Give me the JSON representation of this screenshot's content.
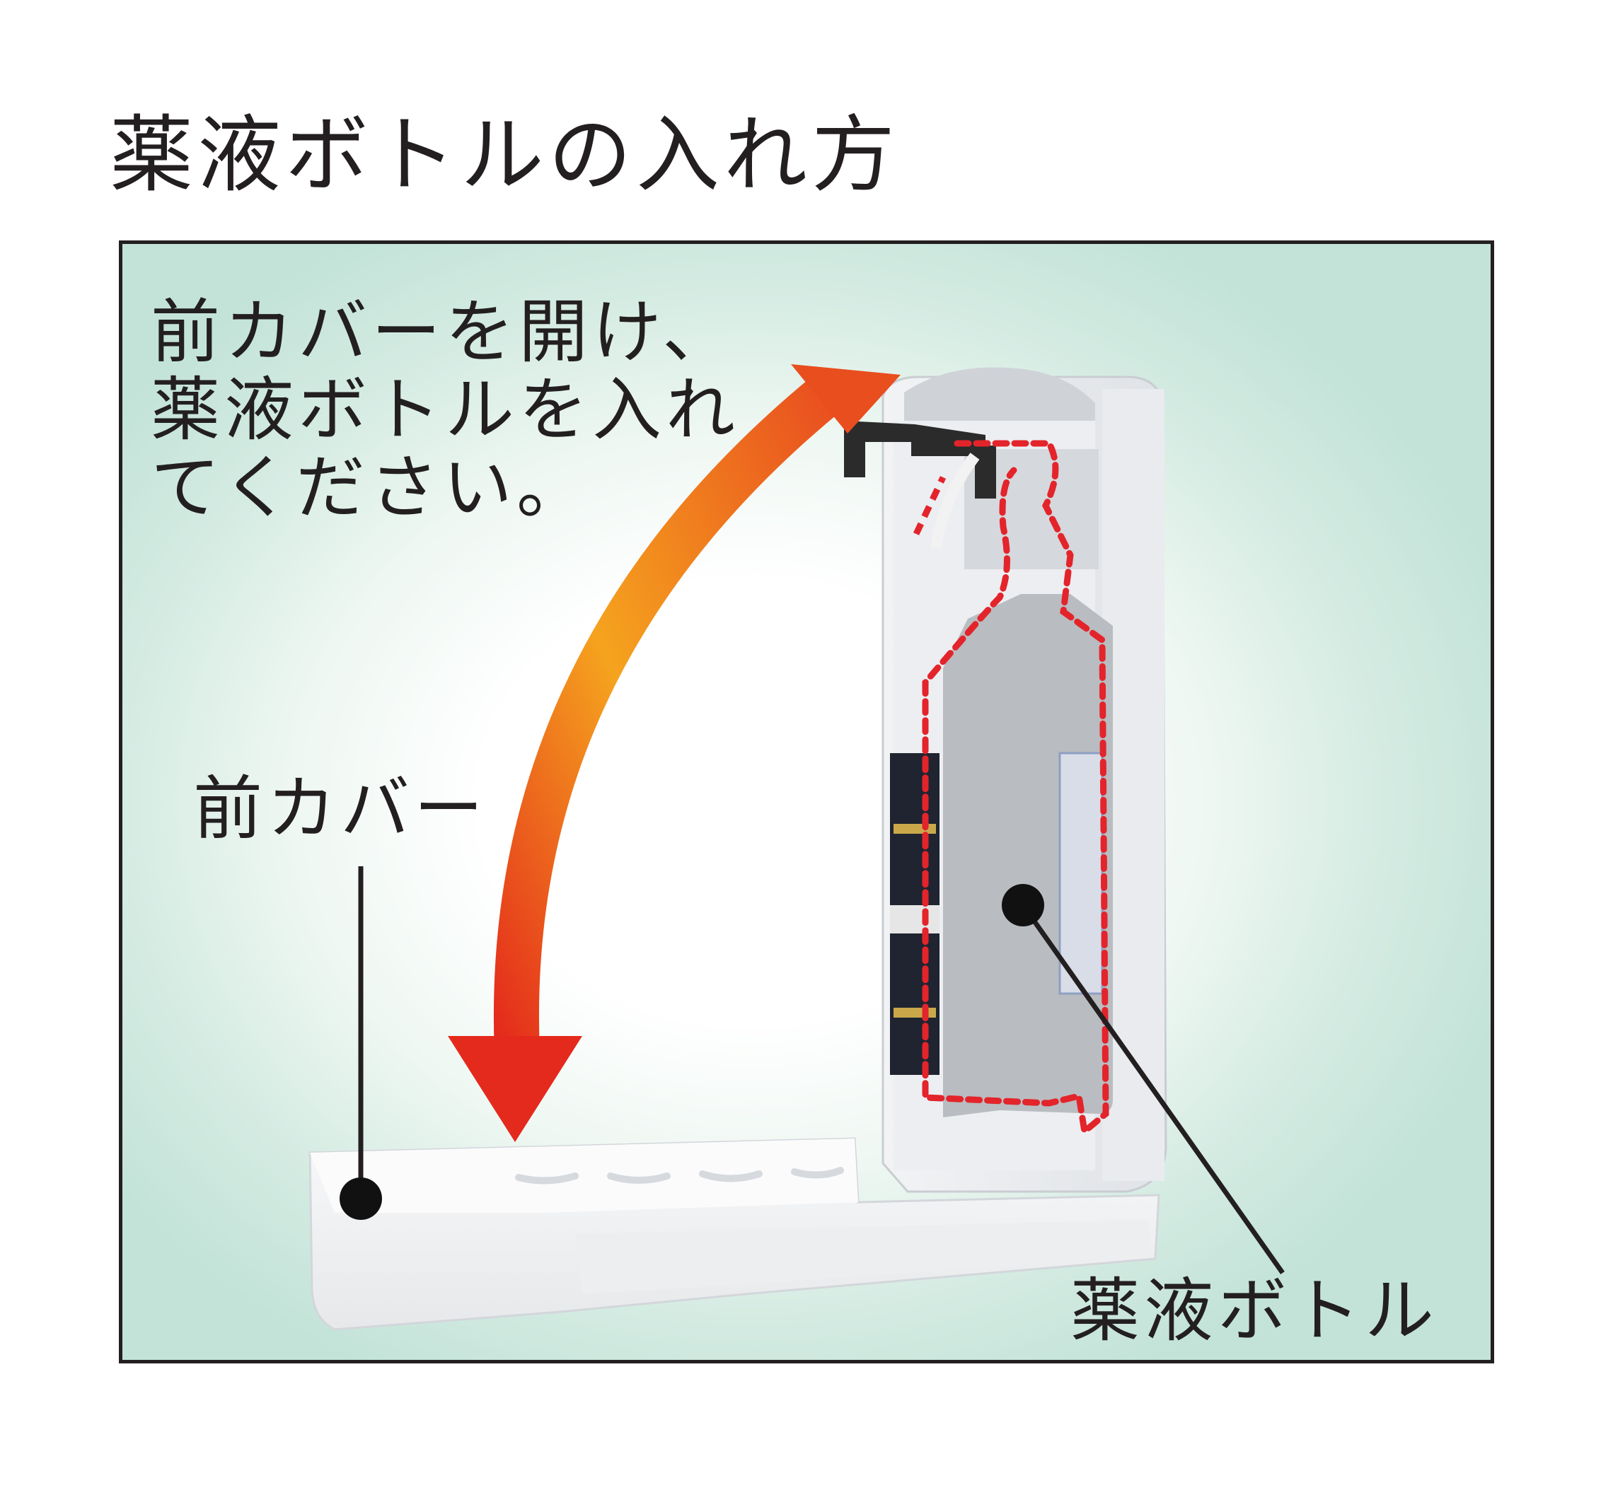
{
  "title": "薬液ボトルの入れ方",
  "instruction": {
    "lines": [
      "前カバーを開け、",
      "薬液ボトルを入れ",
      "てください。"
    ]
  },
  "labels": {
    "front_cover": "前カバー",
    "chemical_bottle": "薬液ボトル"
  },
  "colors": {
    "text": "#231f20",
    "arrow_start": "#e42a1c",
    "arrow_mid": "#f5a31e",
    "arrow_end": "#e94e1f",
    "bottle_outline": "#e3242b",
    "panel_edge": "#c3e3d8"
  },
  "icons": [
    "curved-arrow-icon",
    "callout-dot-icon"
  ]
}
